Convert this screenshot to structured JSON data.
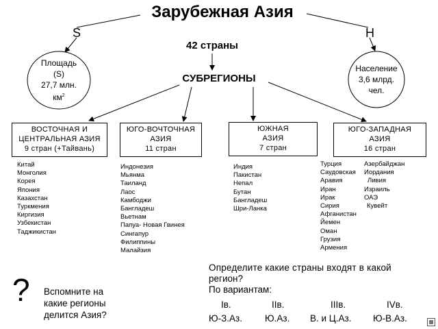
{
  "header": {
    "title": "Зарубежная Азия",
    "left_letter": "S",
    "right_letter": "Н",
    "countries_count": "42 страны",
    "subregions_label": "СУБРЕГИОНЫ"
  },
  "area": {
    "lines": [
      "Площадь",
      "(S)",
      "27,7 млн.",
      "км"
    ],
    "superscript": "2"
  },
  "population": {
    "lines": [
      "Население",
      "3,6 млрд.",
      "чел."
    ]
  },
  "regions": [
    {
      "name_lines": [
        "ВОСТОЧНАЯ И",
        "ЦЕНТРАЛЬНАЯ АЗИЯ"
      ],
      "count": "9 стран (+Тайвань)",
      "countries": [
        "Китай",
        "Монголия",
        "Корея",
        "Япония",
        "Казахстан",
        "Туркмения",
        "Киргизия",
        "Узбекистан",
        "Таджикистан"
      ]
    },
    {
      "name_lines": [
        "ЮГО-ВОЧТОЧНАЯ",
        "АЗИЯ"
      ],
      "count": "11 стран",
      "countries": [
        "Индонезия",
        "Мьянма",
        "Таиланд",
        "Лаос",
        "Камбоджи",
        "Бангладеш",
        "Вьетнам",
        "Папуа- Новая Гвинея",
        "Сингапур",
        "Филиппины",
        "Малайзия"
      ]
    },
    {
      "name_lines": [
        "ЮЖНАЯ",
        "АЗИЯ"
      ],
      "count": "7 стран",
      "countries": [
        "Индия",
        "Пакистан",
        "Непал",
        "Бутан",
        "Бангладеш",
        "Шри-Ланка"
      ]
    },
    {
      "name_lines": [
        "ЮГО-ЗАПАДНАЯ",
        "АЗИЯ"
      ],
      "count": "16 стран",
      "countries_pairs": [
        [
          "Турция",
          "Азербайджан"
        ],
        [
          "Саудовская",
          "Иордания"
        ],
        [
          "Аравия",
          "Ливия"
        ],
        [
          "Иран",
          "Израиль"
        ],
        [
          "Ирак",
          "ОАЭ"
        ],
        [
          "Сирия",
          "Кувейт"
        ],
        [
          "Афганистан",
          ""
        ],
        [
          "Йемен",
          ""
        ],
        [
          "Оман",
          ""
        ],
        [
          "Грузия",
          ""
        ],
        [
          "Армения",
          ""
        ]
      ]
    }
  ],
  "question": {
    "lines": [
      "Определите какие страны входят в какой",
      "регион?",
      "По вариантам:"
    ],
    "variant_numbers": [
      "Iв.",
      "IIв.",
      "IIIв.",
      "IVв."
    ],
    "variant_regions": [
      "Ю-З.Аз.",
      "Ю.Аз.",
      "В. и Ц.Аз.",
      "Ю-В.Аз."
    ]
  },
  "recall": {
    "mark": "?",
    "lines": [
      "Вспомните на",
      "какие регионы",
      "делится Азия?"
    ]
  }
}
